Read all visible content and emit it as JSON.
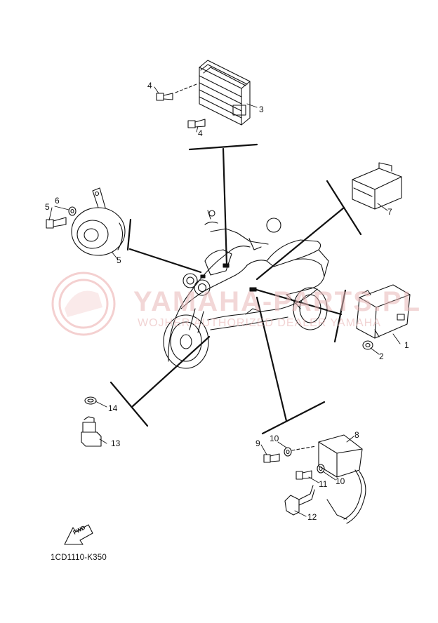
{
  "diagram": {
    "drawing_code": "1CD1110-K350",
    "fwd_label": "FWD",
    "watermark": {
      "main": "YAMAHA-PARTS.PL",
      "sub": "WOJHER AUTHORIZED DEALER YAMAHA"
    },
    "callouts": [
      "1",
      "2",
      "3",
      "4",
      "4",
      "5",
      "6",
      "7",
      "8",
      "9",
      "10",
      "11",
      "10",
      "11",
      "12",
      "13",
      "14"
    ],
    "colors": {
      "line": "#111111",
      "watermark": "#e7a3a3"
    }
  }
}
